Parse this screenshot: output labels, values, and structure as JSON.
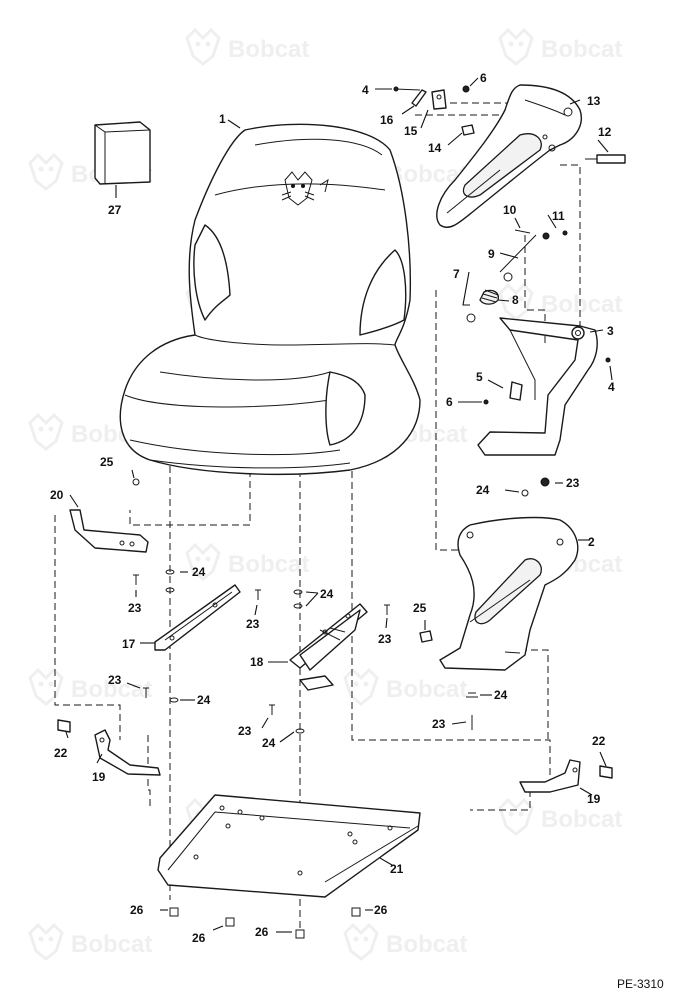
{
  "watermark": {
    "text": "Bobcat"
  },
  "drawing_number": "PE-3310",
  "callouts": [
    {
      "id": "c1",
      "label": "1"
    },
    {
      "id": "c2",
      "label": "2"
    },
    {
      "id": "c3",
      "label": "3"
    },
    {
      "id": "c4a",
      "label": "4"
    },
    {
      "id": "c4b",
      "label": "4"
    },
    {
      "id": "c5",
      "label": "5"
    },
    {
      "id": "c6a",
      "label": "6"
    },
    {
      "id": "c6b",
      "label": "6"
    },
    {
      "id": "c7",
      "label": "7"
    },
    {
      "id": "c8",
      "label": "8"
    },
    {
      "id": "c9",
      "label": "9"
    },
    {
      "id": "c10",
      "label": "10"
    },
    {
      "id": "c11",
      "label": "11"
    },
    {
      "id": "c12",
      "label": "12"
    },
    {
      "id": "c13",
      "label": "13"
    },
    {
      "id": "c14",
      "label": "14"
    },
    {
      "id": "c15",
      "label": "15"
    },
    {
      "id": "c16",
      "label": "16"
    },
    {
      "id": "c17",
      "label": "17"
    },
    {
      "id": "c18",
      "label": "18"
    },
    {
      "id": "c19a",
      "label": "19"
    },
    {
      "id": "c19b",
      "label": "19"
    },
    {
      "id": "c20",
      "label": "20"
    },
    {
      "id": "c21",
      "label": "21"
    },
    {
      "id": "c22a",
      "label": "22"
    },
    {
      "id": "c22b",
      "label": "22"
    },
    {
      "id": "c23a",
      "label": "23"
    },
    {
      "id": "c23b",
      "label": "23"
    },
    {
      "id": "c23c",
      "label": "23"
    },
    {
      "id": "c23d",
      "label": "23"
    },
    {
      "id": "c23e",
      "label": "23"
    },
    {
      "id": "c23f",
      "label": "23"
    },
    {
      "id": "c23g",
      "label": "23"
    },
    {
      "id": "c24a",
      "label": "24"
    },
    {
      "id": "c24b",
      "label": "24"
    },
    {
      "id": "c24c",
      "label": "24"
    },
    {
      "id": "c24d",
      "label": "24"
    },
    {
      "id": "c24e",
      "label": "24"
    },
    {
      "id": "c24f",
      "label": "24"
    },
    {
      "id": "c25a",
      "label": "25"
    },
    {
      "id": "c25b",
      "label": "25"
    },
    {
      "id": "c26a",
      "label": "26"
    },
    {
      "id": "c26b",
      "label": "26"
    },
    {
      "id": "c26c",
      "label": "26"
    },
    {
      "id": "c26d",
      "label": "26"
    },
    {
      "id": "c27",
      "label": "27"
    }
  ]
}
